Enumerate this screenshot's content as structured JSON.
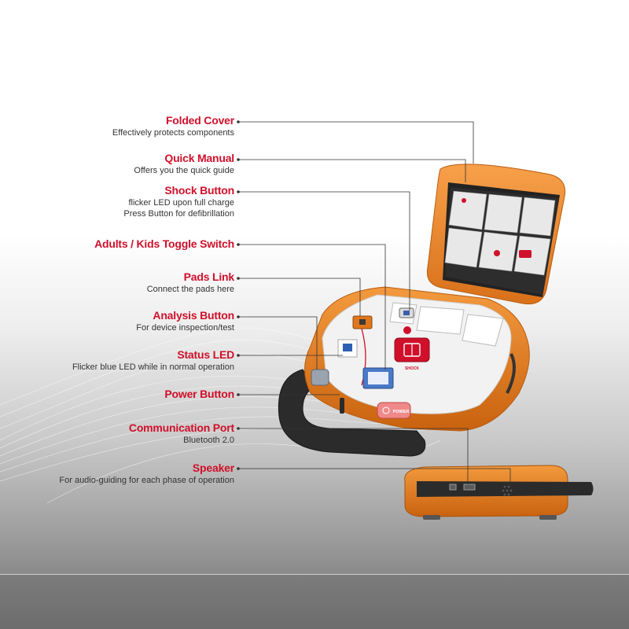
{
  "callouts": [
    {
      "title": "Folded Cover",
      "lines": [
        "Effectively protects components"
      ]
    },
    {
      "title": "Quick Manual",
      "lines": [
        "Offers you the quick guide"
      ]
    },
    {
      "title": "Shock Button",
      "lines": [
        "flicker LED upon full charge",
        "Press Button for defibrillation"
      ]
    },
    {
      "title": "Adults / Kids Toggle Switch",
      "lines": []
    },
    {
      "title": "Pads Link",
      "lines": [
        "Connect the pads here"
      ]
    },
    {
      "title": "Analysis Button",
      "lines": [
        "For device inspection/test"
      ]
    },
    {
      "title": "Status LED",
      "lines": [
        "Flicker blue LED while in normal operation"
      ]
    },
    {
      "title": "Power Button",
      "lines": []
    },
    {
      "title": "Communication Port",
      "lines": [
        "Bluetooth 2.0"
      ]
    },
    {
      "title": "Speaker",
      "lines": [
        "For audio-guiding for each phase of operation"
      ]
    }
  ],
  "device": {
    "shock_label": "SHOCK",
    "power_label": "POWER"
  },
  "colors": {
    "callout_title": "#d0102a",
    "device_orange": "#f08a24",
    "handle": "#2b2b2b"
  }
}
